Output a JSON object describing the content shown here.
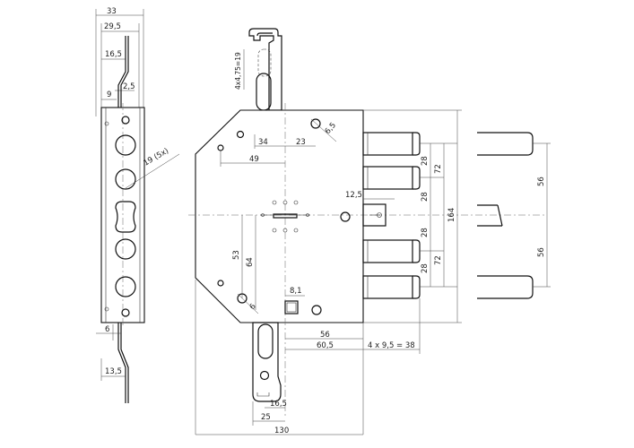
{
  "side_view": {
    "dims": {
      "overall_width": "33",
      "inner_width": "29,5",
      "offset_top": "16,5",
      "strip": "2,5",
      "gap": "9",
      "hole_note": "19 (5x)",
      "bottom_gap": "6",
      "bottom_offset": "13,5"
    }
  },
  "main_view": {
    "dims": {
      "slot": "4x4,75=19",
      "corner_hole": "6,5",
      "h34": "34",
      "h23": "23",
      "h49": "49",
      "h12_5": "12,5",
      "v53": "53",
      "v64": "64",
      "bottom_hole": "6",
      "square": "8,1",
      "h56": "56",
      "h60_5": "60,5",
      "bolts_spacing": "4 x 9,5 = 38",
      "h16_5": "16,5",
      "h25": "25",
      "overall": "130",
      "v28a": "28",
      "v28b": "28",
      "v28c": "28",
      "v28d": "28",
      "v72a": "72",
      "v72b": "72",
      "v164": "164"
    }
  },
  "bolt_view": {
    "dims": {
      "upper": "56",
      "lower": "56"
    }
  }
}
